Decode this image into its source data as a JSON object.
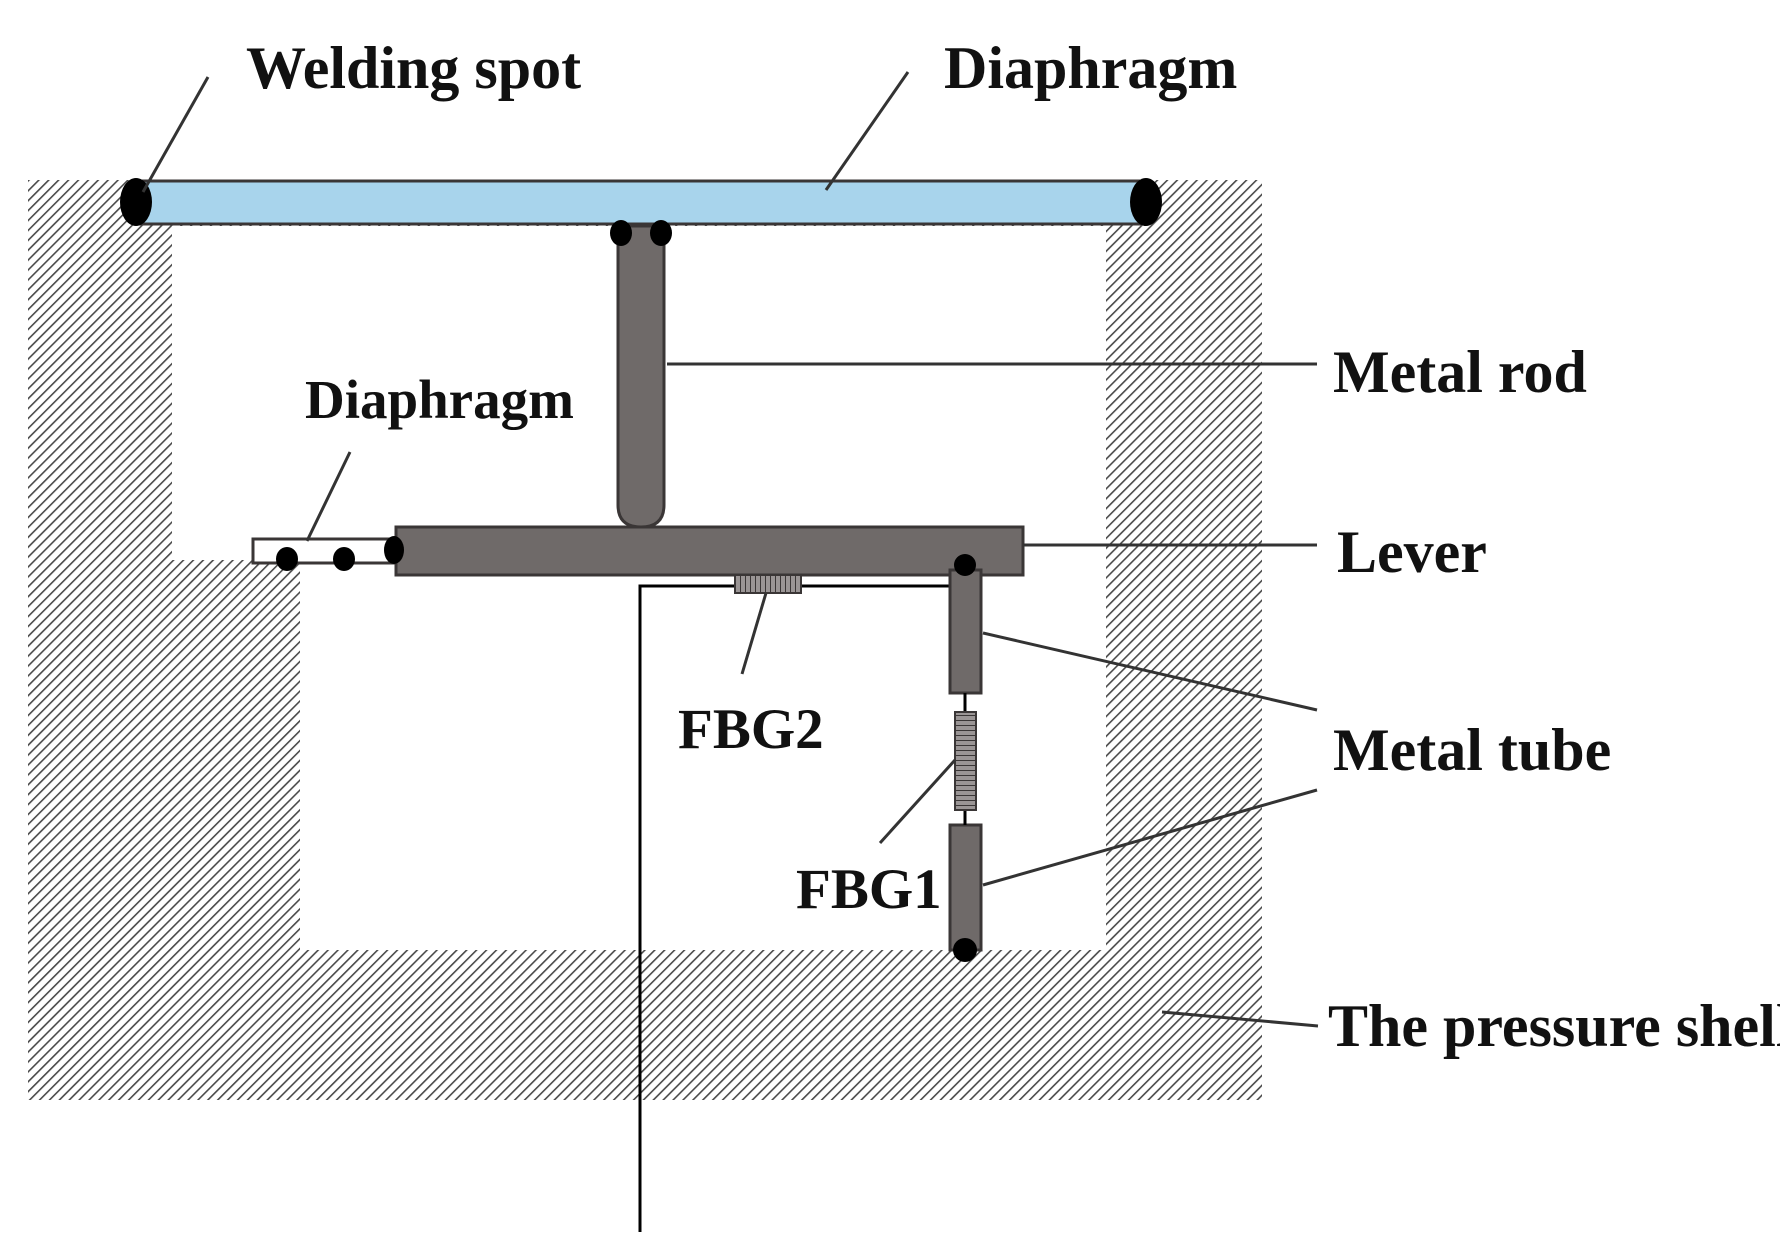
{
  "labels": {
    "welding_spot": "Welding spot",
    "diaphragm_top": "Diaphragm",
    "diaphragm_left": "Diaphragm",
    "metal_rod": "Metal rod",
    "lever": "Lever",
    "metal_tube": "Metal tube",
    "fbg1": "FBG1",
    "fbg2": "FBG2",
    "pressure_shell": "The pressure shell"
  },
  "colors": {
    "background": "#ffffff",
    "diaphragm_fill": "#a8d4ec",
    "component_fill": "#6f6a69",
    "component_stroke": "#3a3636",
    "hatch_line": "#4a4a4a",
    "weld_spot": "#000000",
    "leader_line": "#333333",
    "fiber": "#000000"
  }
}
